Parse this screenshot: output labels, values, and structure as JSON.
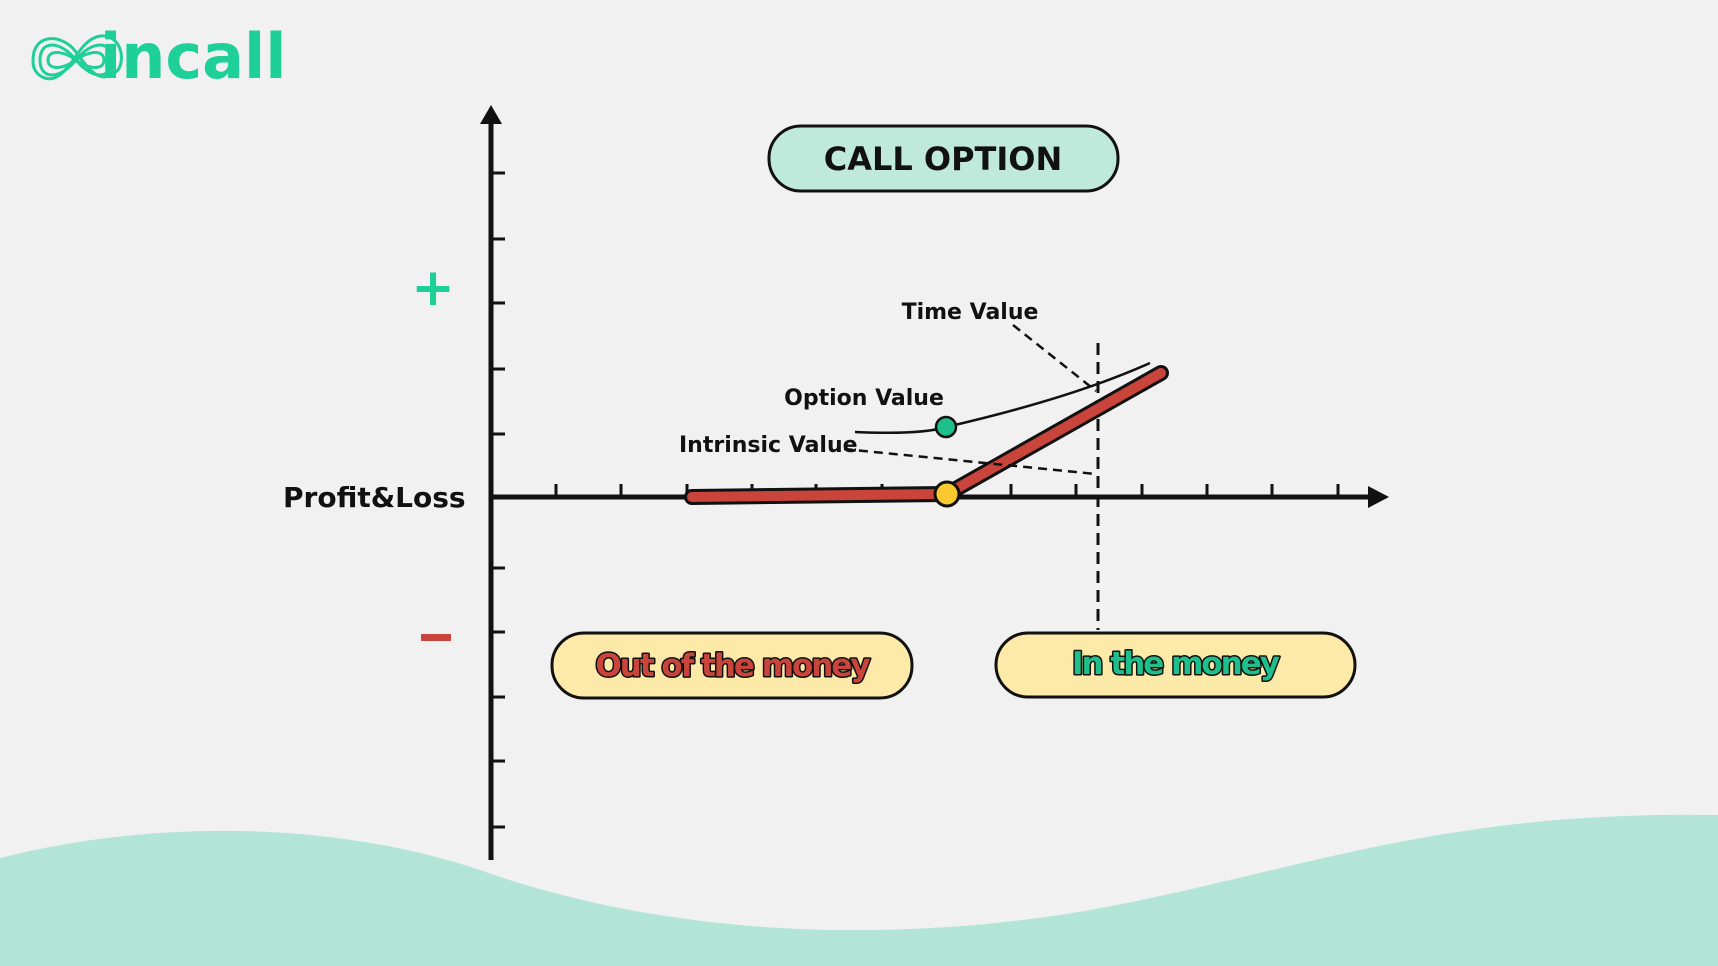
{
  "logo": {
    "text": "incall"
  },
  "title": "CALL OPTION",
  "y_axis_label": "Profit&Loss",
  "plus_sign": "+",
  "minus_sign": "−",
  "annotations": {
    "time_value": "Time Value",
    "option_value": "Option Value",
    "intrinsic_value": "Intrinsic Value"
  },
  "zones": {
    "out_of_the_money": "Out of the money",
    "in_the_money": "In the money"
  },
  "colors": {
    "brand": "#1fcf98",
    "payoff_line": "#c9443a",
    "strike_dot": "#fcc82f",
    "option_dot": "#1dbf8a",
    "title_pill": "#bfeadb",
    "zone_pill": "#fde9a8",
    "wave": "#b3e5d6",
    "minus": "#c9443a"
  }
}
